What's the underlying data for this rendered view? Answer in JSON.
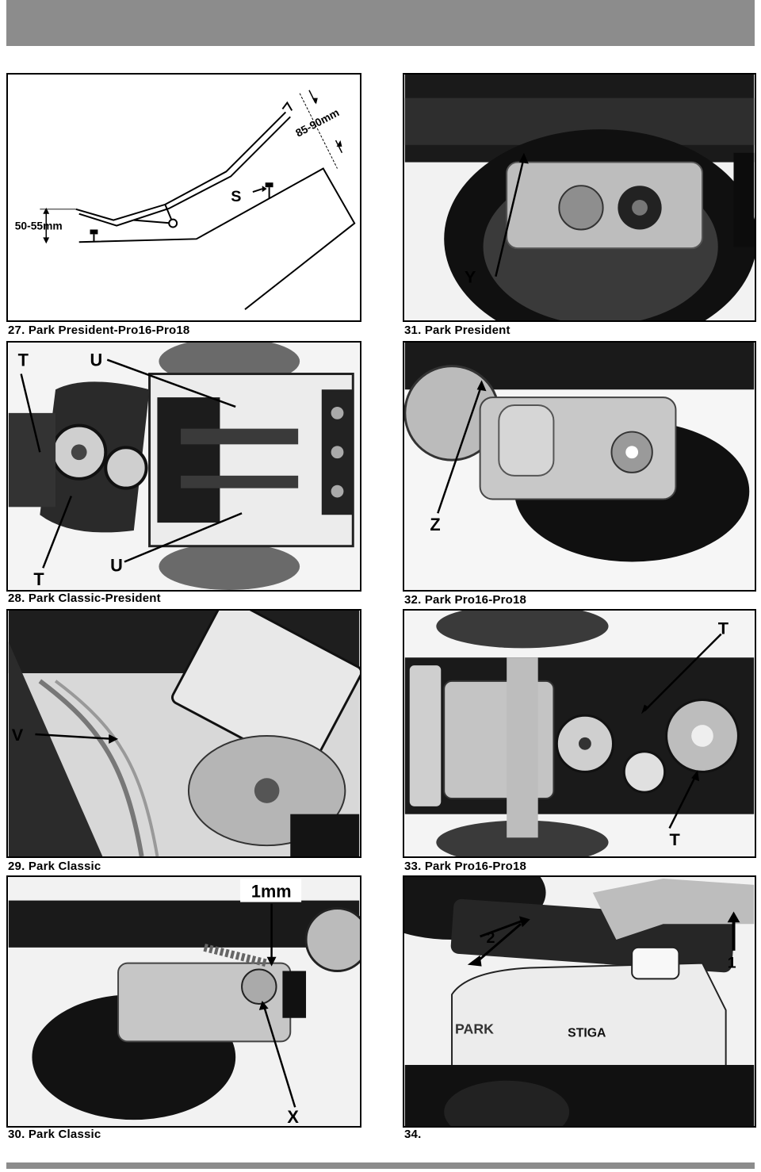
{
  "figures": [
    {
      "caption": "27. Park President-Pro16-Pro18",
      "labels": {
        "dim_upper": "85-90mm",
        "dim_lower": "50-55mm",
        "s": "S"
      }
    },
    {
      "caption": "31. Park President",
      "labels": {
        "y": "Y"
      }
    },
    {
      "caption": "28. Park Classic-President",
      "labels": {
        "t_top": "T",
        "u_top": "U",
        "t_bottom": "T",
        "u_bottom": "U"
      }
    },
    {
      "caption": "32. Park Pro16-Pro18",
      "labels": {
        "z": "Z"
      }
    },
    {
      "caption": "29. Park Classic",
      "labels": {
        "v": "V"
      }
    },
    {
      "caption": "33. Park Pro16-Pro18",
      "labels": {
        "t_top": "T",
        "t_bottom": "T"
      }
    },
    {
      "caption": "30. Park Classic",
      "labels": {
        "gap": "1mm",
        "x": "X"
      }
    },
    {
      "caption": "34.",
      "labels": {
        "step2": "2",
        "step1": "1",
        "brand_park": "PARK",
        "brand_stiga": "STIGA"
      }
    }
  ]
}
